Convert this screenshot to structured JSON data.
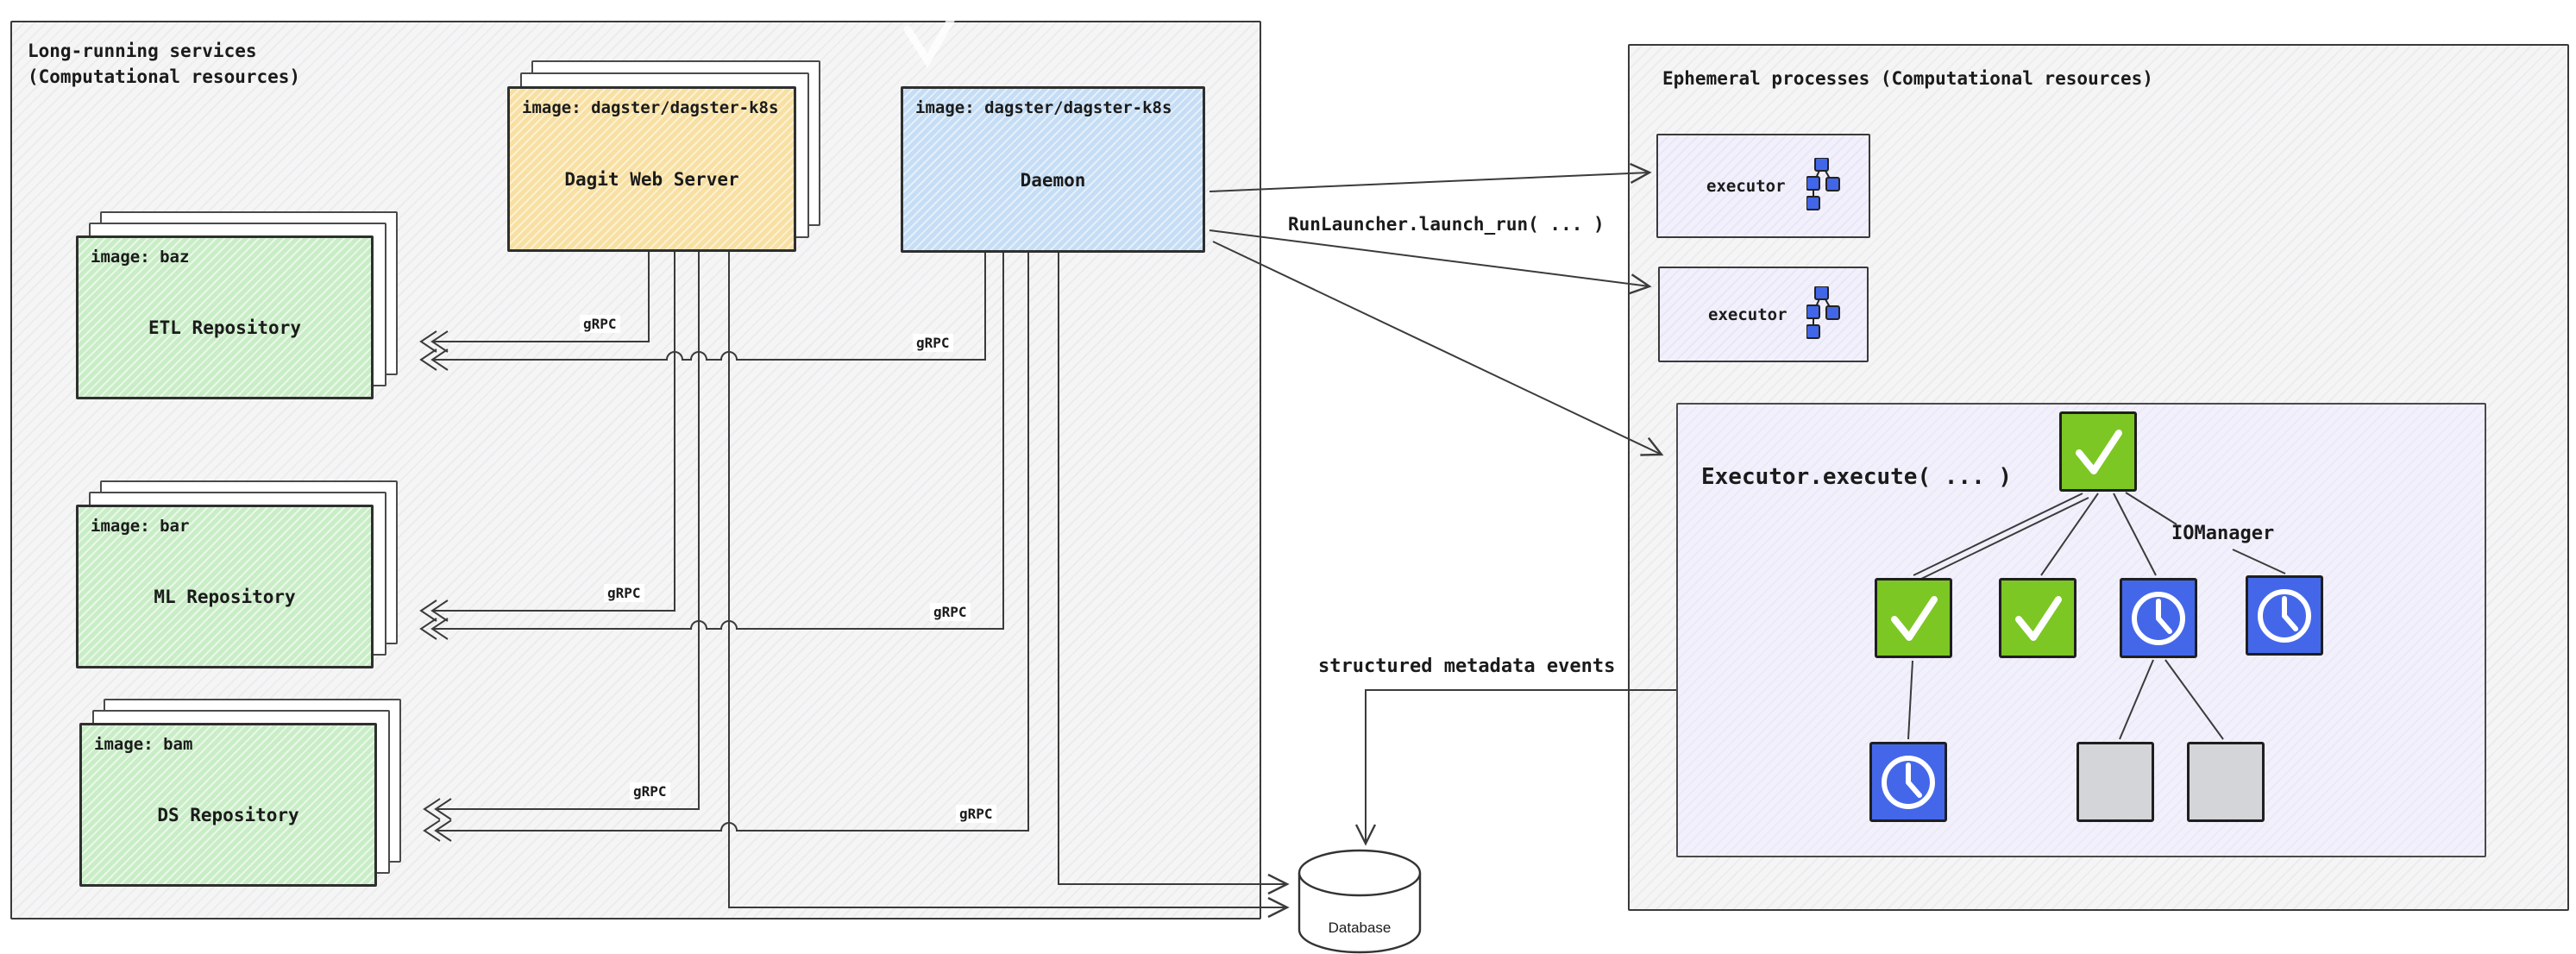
{
  "left_panel": {
    "title": "Long-running services\n(Computational resources)"
  },
  "right_panel": {
    "title": "Ephemeral processes (Computational resources)"
  },
  "dagit": {
    "image_label": "image: dagster/dagster-k8s",
    "name": "Dagit Web Server"
  },
  "daemon": {
    "image_label": "image: dagster/dagster-k8s",
    "name": "Daemon"
  },
  "repositories": [
    {
      "image_label": "image: baz",
      "name": "ETL Repository"
    },
    {
      "image_label": "image: bar",
      "name": "ML Repository"
    },
    {
      "image_label": "image: bam",
      "name": "DS Repository"
    }
  ],
  "connections": {
    "grpc_label": "gRPC",
    "run_launcher_label": "RunLauncher.launch_run( ... )",
    "metadata_label": "structured metadata events"
  },
  "executors": {
    "label": "executor",
    "execute_title": "Executor.execute( ... )",
    "iomanager_label": "IOManager"
  },
  "database": {
    "label": "Database"
  },
  "execute_tree": {
    "rows": [
      [
        "check"
      ],
      [
        "check",
        "check",
        "clock",
        "clock"
      ],
      [
        "clock",
        "empty",
        "empty"
      ]
    ]
  },
  "colors": {
    "dagit_fill": "#f8e0a2",
    "daemon_fill": "#c5ddf5",
    "repository_fill": "#c9edc6",
    "executor_fill": "#f1f0fb",
    "node_success_green": "#7cc724",
    "node_pending_blue": "#4467ea",
    "node_skipped_gray": "#d4d5d8",
    "line_color": "#3b3b3b"
  }
}
